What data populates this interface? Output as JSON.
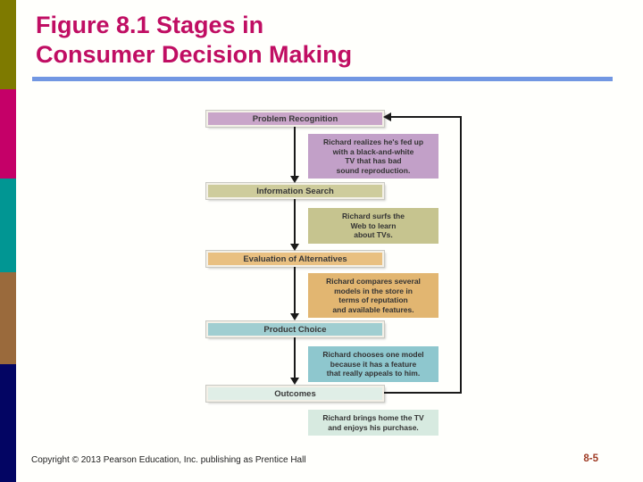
{
  "slide": {
    "title": {
      "line1": "Figure 8.1 Stages in",
      "line2": "Consumer Decision Making"
    },
    "footer": {
      "copyright": "Copyright © 2013 Pearson Education, Inc. publishing as Prentice Hall",
      "page_number": "8-5"
    }
  },
  "colors": {
    "title_text": "#C00E63",
    "title_rule": "#7297E2",
    "flow_line": "#1A1A1A",
    "page_number": "#9E3A23",
    "sidebar": [
      "#7E7A00",
      "#C50068",
      "#019693",
      "#9A6A3C",
      "#030563"
    ]
  },
  "diagram": {
    "stages": [
      {
        "label": "Problem Recognition",
        "box_color": "#C9A5C9",
        "note_color": "#C2A0C8",
        "note": "Richard realizes he's fed up\nwith a black-and-white\nTV that has bad\nsound reproduction."
      },
      {
        "label": "Information Search",
        "box_color": "#CECC9C",
        "note_color": "#C6C48F",
        "note": "Richard surfs the\nWeb to learn\nabout TVs."
      },
      {
        "label": "Evaluation of Alternatives",
        "box_color": "#E9C081",
        "note_color": "#E2B671",
        "note": "Richard compares several\nmodels in the store in\nterms of reputation\nand available features."
      },
      {
        "label": "Product Choice",
        "box_color": "#A0CED1",
        "note_color": "#8EC7CE",
        "note": "Richard chooses one model\nbecause it has a feature\nthat really appeals to him."
      },
      {
        "label": "Outcomes",
        "box_color": "#E0EEE7",
        "note_color": "#D7EAE0",
        "note": "Richard brings home the TV\nand enjoys his purchase."
      }
    ]
  }
}
